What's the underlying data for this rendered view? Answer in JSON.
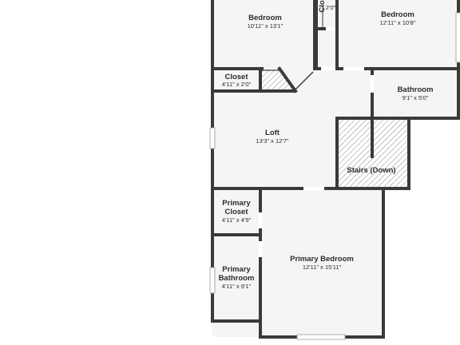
{
  "rooms": {
    "bedroom_left": {
      "name": "Bedroom",
      "dims": "10'11\" x 13'1\""
    },
    "bedroom_right": {
      "name": "Bedroom",
      "dims": "12'11\" x 10'8\""
    },
    "closet_top": {
      "name": "Clo",
      "dims": "2'0\""
    },
    "closet": {
      "name": "Closet",
      "dims": "4'11\" x 2'0\""
    },
    "bathroom": {
      "name": "Bathroom",
      "dims": "9'1\" x 5'0\""
    },
    "loft": {
      "name": "Loft",
      "dims": "13'3\" x 12'7\""
    },
    "stairs": {
      "name": "Stairs (Down)"
    },
    "primary_closet": {
      "name_line1": "Primary",
      "name_line2": "Closet",
      "dims": "4'11\" x 4'9\""
    },
    "primary_bedroom": {
      "name": "Primary Bedroom",
      "dims": "12'11\" x 15'11\""
    },
    "primary_bathroom": {
      "name_line1": "Primary",
      "name_line2": "Bathroom",
      "dims": "4'11\" x 9'1\""
    }
  },
  "colors": {
    "wall": "#3a3a3a",
    "floor": "#f5f5f5",
    "hatch": "#8a8a8a",
    "background": "#ffffff"
  }
}
